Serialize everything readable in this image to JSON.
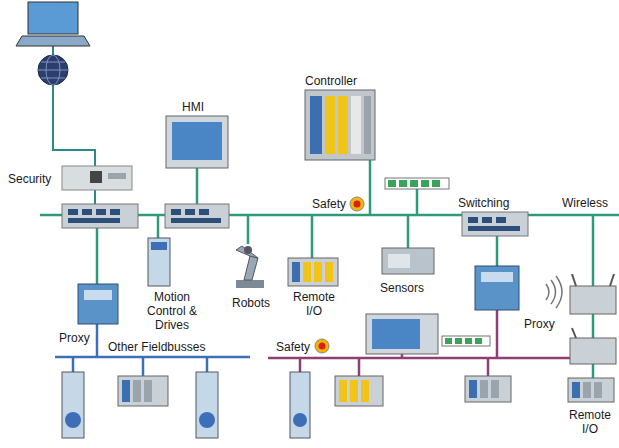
{
  "diagram": {
    "labels": [
      "Controller",
      "HMI",
      "Security",
      "Safety",
      "Switching",
      "Wireless",
      "Motion Control & Drives",
      "Robots",
      "Remote I/O",
      "Sensors",
      "Proxy",
      "Proxy",
      "Other Fieldbusses",
      "Safety",
      "Remote I/O"
    ]
  }
}
